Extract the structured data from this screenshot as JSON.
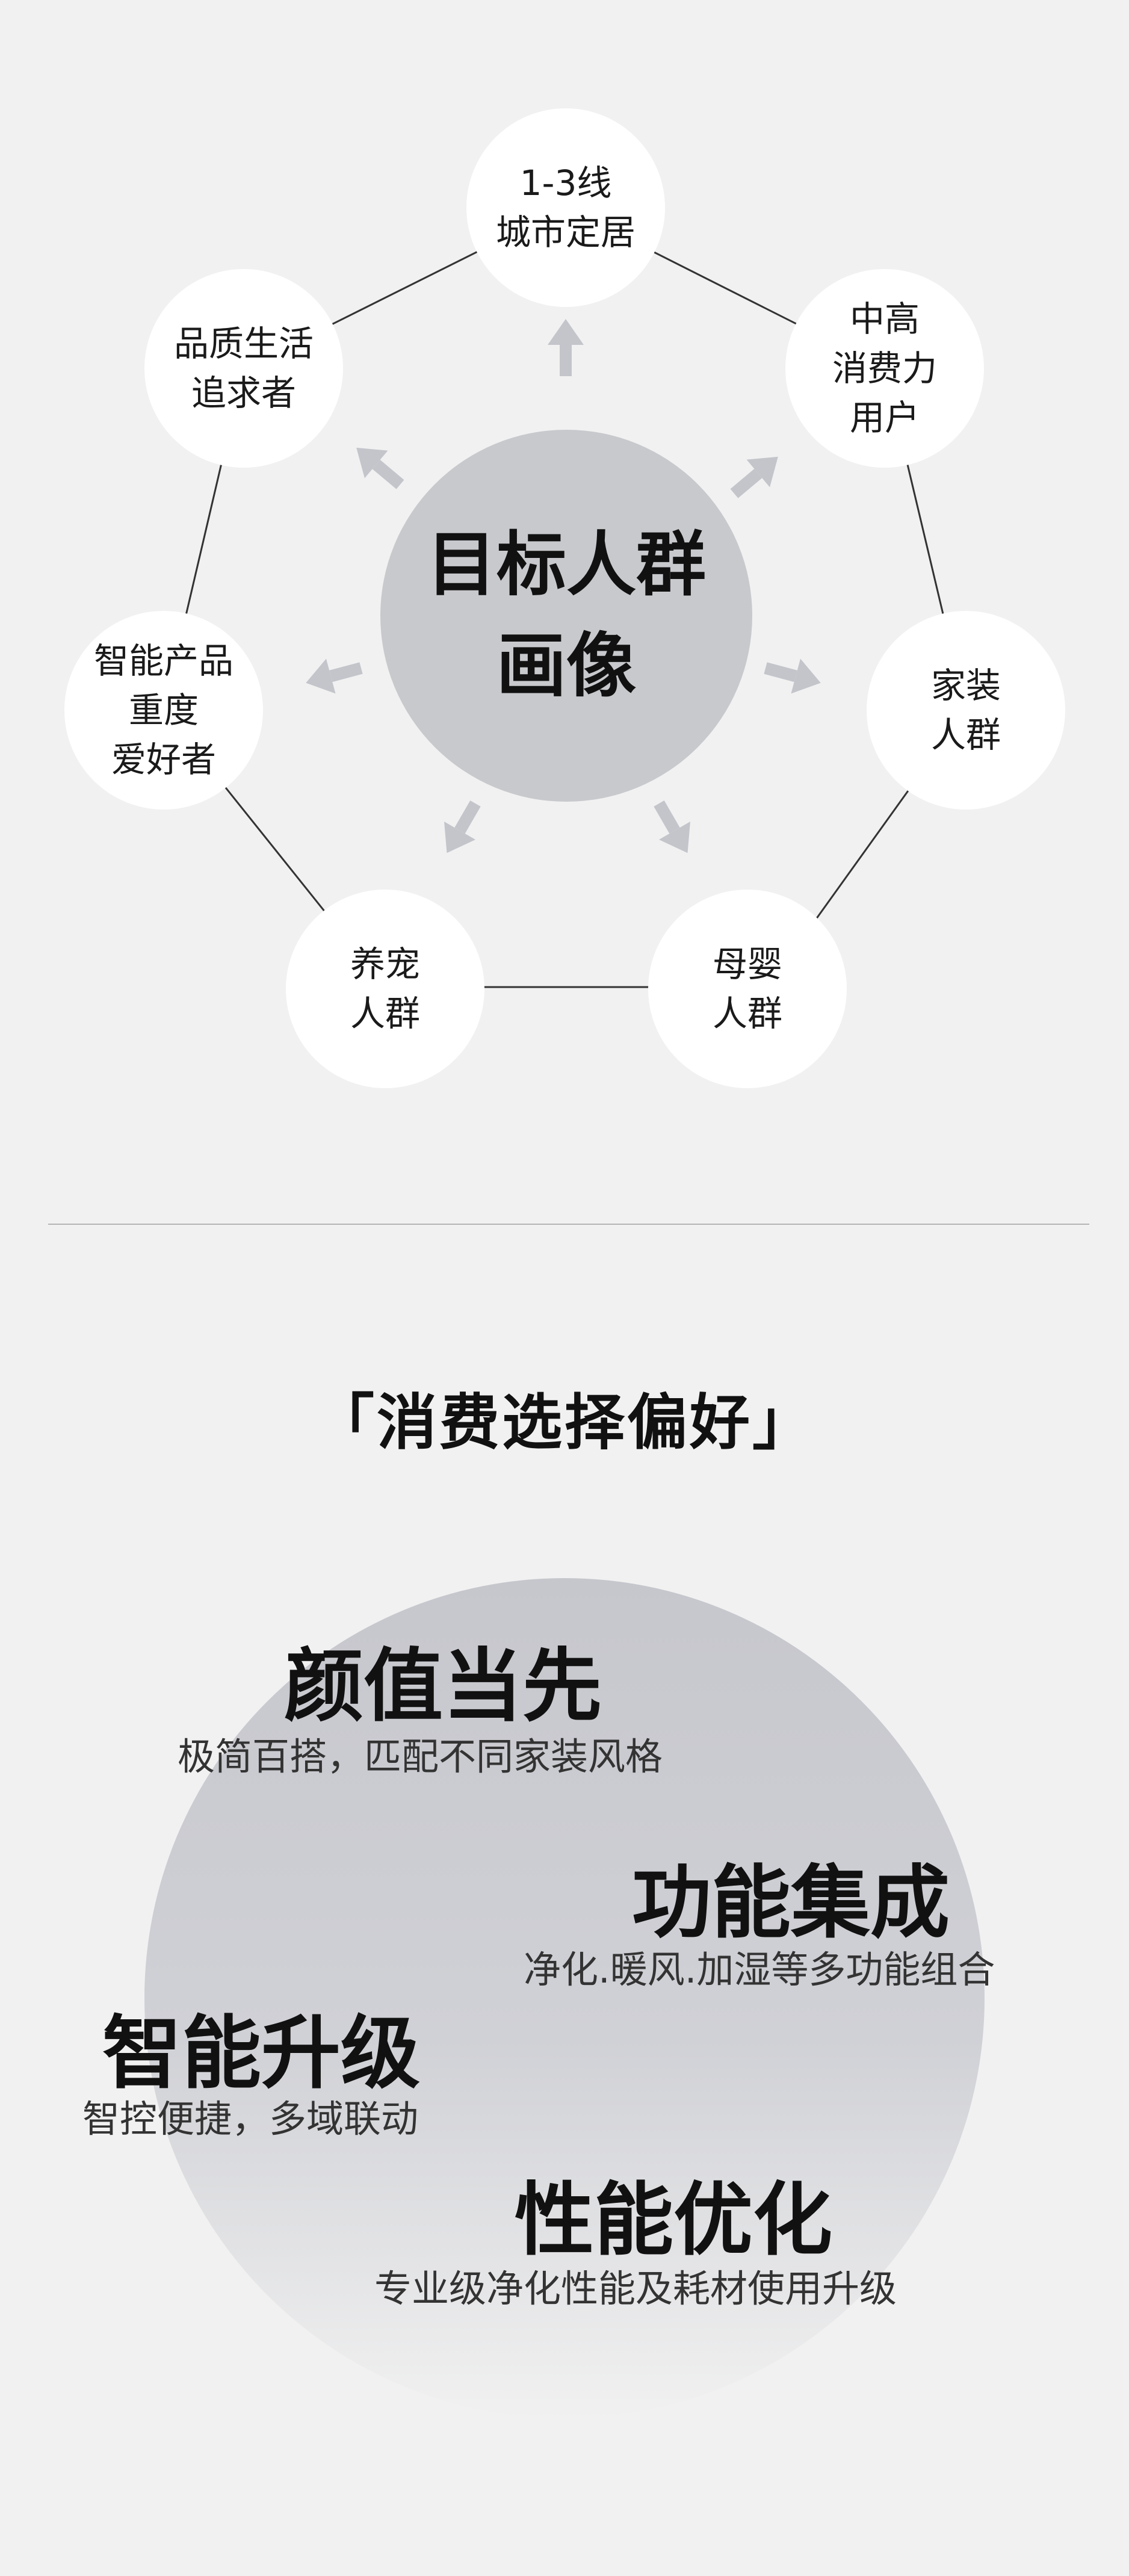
{
  "diagram": {
    "center": {
      "lines": [
        "目标人群",
        "画像"
      ]
    },
    "nodes": [
      {
        "id": "city",
        "lines": [
          "1-3线",
          "城市定居"
        ]
      },
      {
        "id": "consumer",
        "lines": [
          "中高",
          "消费力",
          "用户"
        ]
      },
      {
        "id": "decor",
        "lines": [
          "家装",
          "人群"
        ]
      },
      {
        "id": "baby",
        "lines": [
          "母婴",
          "人群"
        ]
      },
      {
        "id": "pet",
        "lines": [
          "养宠",
          "人群"
        ]
      },
      {
        "id": "smart",
        "lines": [
          "智能产品",
          "重度",
          "爱好者"
        ]
      },
      {
        "id": "quality",
        "lines": [
          "品质生活",
          "追求者"
        ]
      }
    ],
    "colors": {
      "center": "#c8c9cd",
      "node": "#ffffff",
      "arrow": "#c3c5cb",
      "line": "#333333"
    }
  },
  "preferences": {
    "title": "「消费选择偏好」",
    "items": [
      {
        "title": "颜值当先",
        "subtitle": "极简百搭，匹配不同家装风格"
      },
      {
        "title": "功能集成",
        "subtitle": "净化.暖风.加湿等多功能组合"
      },
      {
        "title": "智能升级",
        "subtitle": "智控便捷，多域联动"
      },
      {
        "title": "性能优化",
        "subtitle": "专业级净化性能及耗材使用升级"
      }
    ]
  }
}
